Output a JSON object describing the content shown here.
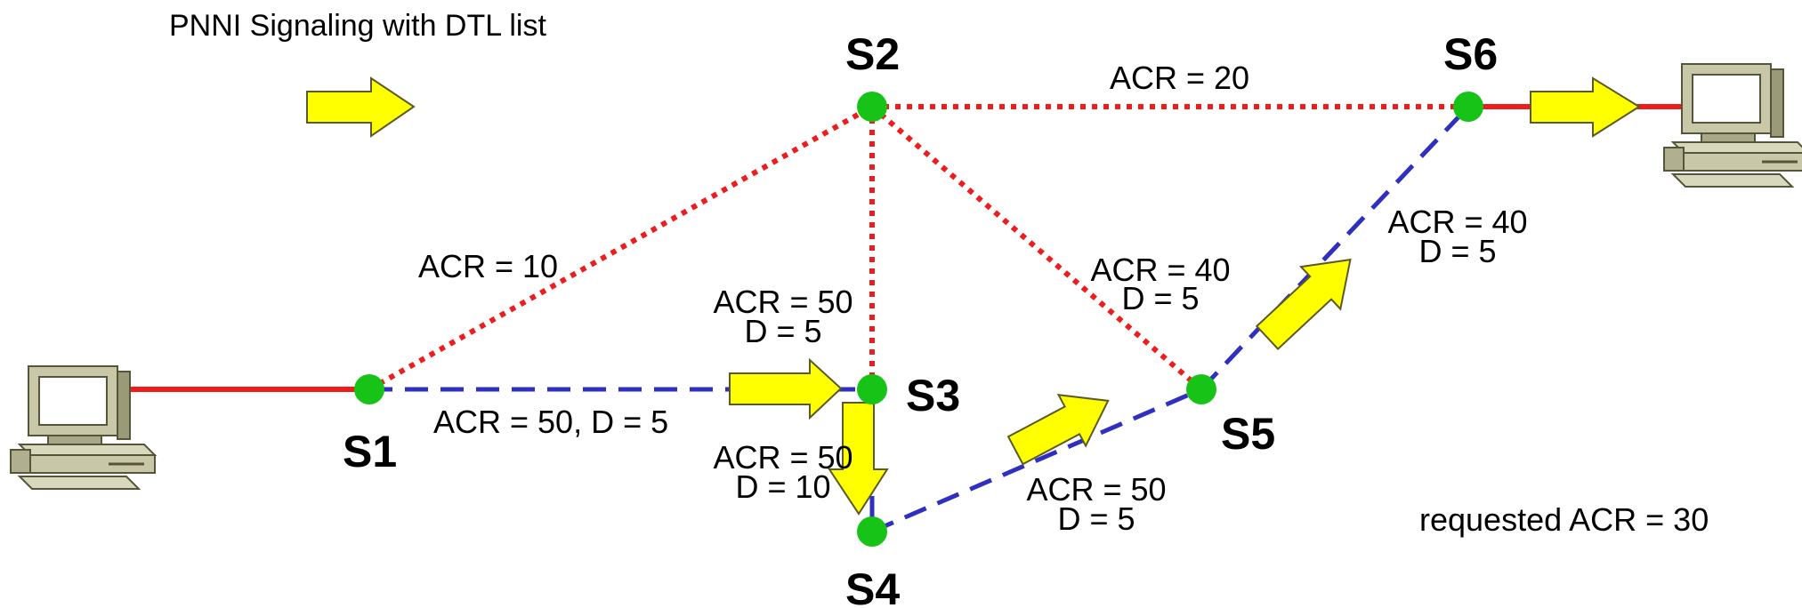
{
  "title": "PNNI Signaling with DTL list",
  "nodes": {
    "s1": "S1",
    "s2": "S2",
    "s3": "S3",
    "s4": "S4",
    "s5": "S5",
    "s6": "S6"
  },
  "links": {
    "s1_s2": {
      "line1": "ACR = 10"
    },
    "s1_s3": {
      "line1": "ACR = 50, D = 5"
    },
    "s2_s6": {
      "line1": "ACR = 20"
    },
    "s2_s3": {
      "line1": "ACR = 50",
      "line2": "D = 5"
    },
    "s2_s5": {
      "line1": "ACR = 40",
      "line2": "D = 5"
    },
    "s3_s4": {
      "line1": "ACR = 50",
      "line2": "D = 10"
    },
    "s4_s5": {
      "line1": "ACR = 50",
      "line2": "D = 5"
    },
    "s5_s6": {
      "line1": "ACR = 40",
      "line2": "D = 5"
    }
  },
  "requested": "requested ACR = 30",
  "colors": {
    "node": "#18c318",
    "link_dotted": "#ee1c1c",
    "link_dashed": "#3030c0",
    "access_line": "#ee1c1c",
    "arrow_fill": "#ffff00",
    "arrow_stroke": "#5a5a28"
  },
  "icons": [
    "computer-icon",
    "arrow-icon"
  ]
}
